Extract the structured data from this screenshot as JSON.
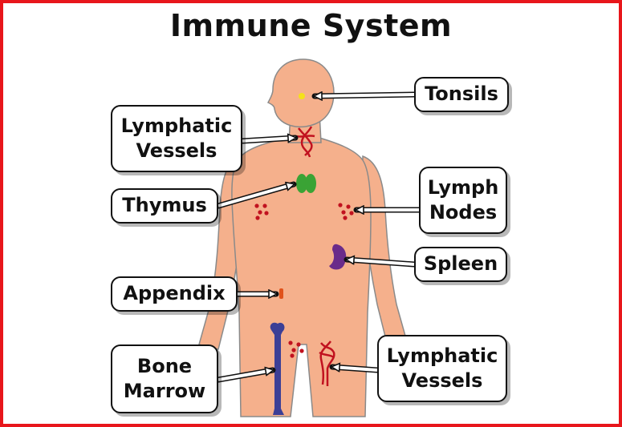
{
  "title": "Immune System",
  "colors": {
    "frame": "#e8161b",
    "skin": "#f5b08c",
    "skin_outline": "#8a8a8a",
    "lymph_red": "#c1121f",
    "thymus_green": "#3aa335",
    "spleen_purple": "#6a2b8a",
    "bone_blue": "#3c3f96",
    "tonsil_yellow": "#f4e11a",
    "appendix_orange": "#e0521b"
  },
  "labels": {
    "tonsils": "Tonsils",
    "lymphatic_vessels_upper": [
      "Lymphatic",
      "Vessels"
    ],
    "thymus": "Thymus",
    "lymph_nodes": [
      "Lymph",
      "Nodes"
    ],
    "spleen": "Spleen",
    "appendix": "Appendix",
    "bone_marrow": [
      "Bone",
      "Marrow"
    ],
    "lymphatic_vessels_lower": [
      "Lymphatic",
      "Vessels"
    ]
  }
}
